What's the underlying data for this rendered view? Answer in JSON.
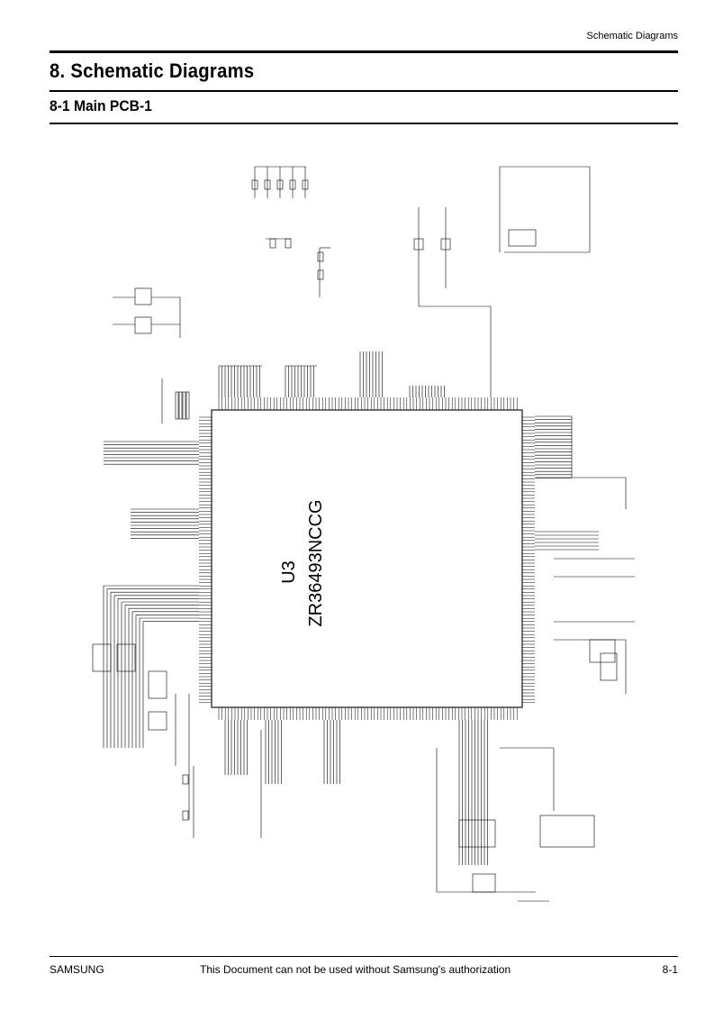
{
  "header": {
    "running_title": "Schematic Diagrams"
  },
  "chapter": {
    "title": "8. Schematic Diagrams"
  },
  "section": {
    "title": "8-1 Main PCB-1"
  },
  "schematic": {
    "chip_ref": "U3",
    "chip_part": "ZR36493NCCG"
  },
  "footer": {
    "brand": "SAMSUNG",
    "notice": "This Document can not be used without Samsung's authorization",
    "page": "8-1"
  }
}
